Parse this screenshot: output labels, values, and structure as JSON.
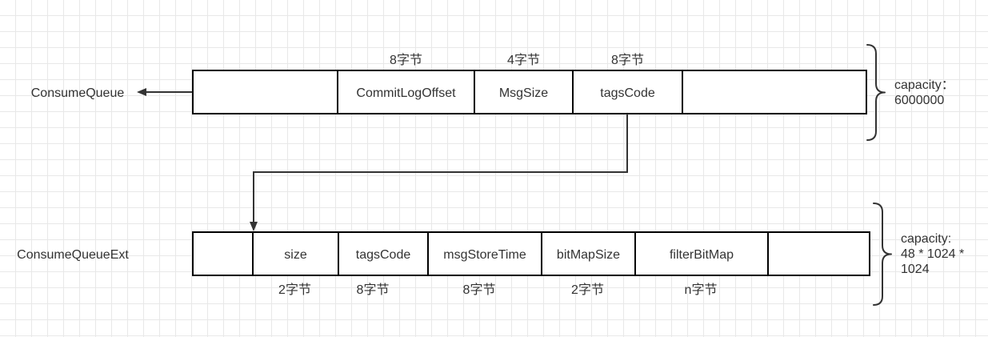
{
  "consume_queue": {
    "label": "ConsumeQueue",
    "cells": [
      {
        "name": "",
        "size": ""
      },
      {
        "name": "CommitLogOffset",
        "size": "8字节"
      },
      {
        "name": "MsgSize",
        "size": "4字节"
      },
      {
        "name": "tagsCode",
        "size": "8字节"
      },
      {
        "name": "",
        "size": ""
      }
    ],
    "capacity": [
      "capacity：",
      "6000000"
    ]
  },
  "consume_queue_ext": {
    "label": "ConsumeQueueExt",
    "cells": [
      {
        "name": "",
        "size": ""
      },
      {
        "name": "size",
        "size": "2字节"
      },
      {
        "name": "tagsCode",
        "size": "8字节"
      },
      {
        "name": "msgStoreTime",
        "size": "8字节"
      },
      {
        "name": "bitMapSize",
        "size": "2字节"
      },
      {
        "name": "filterBitMap",
        "size": "n字节"
      },
      {
        "name": "",
        "size": ""
      }
    ],
    "capacity": [
      "capacity:",
      "48 * 1024 *",
      "1024"
    ]
  },
  "colors": {
    "stroke": "#000000",
    "text": "#333333",
    "grid": "#e8e8e8",
    "background": "#ffffff"
  }
}
